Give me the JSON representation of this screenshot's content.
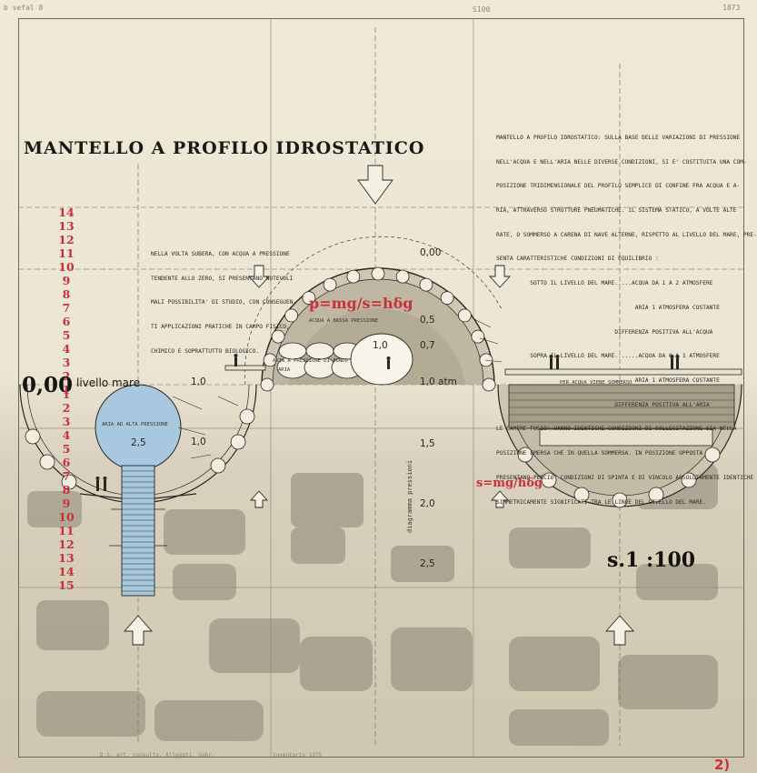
{
  "sheet": {
    "corner_ref": "b sefal 8",
    "top_code": "S100",
    "corner_right": "1873",
    "sheet_number": "2)",
    "bottom_note": "D.S. art. consults. Allegati. Gabr.",
    "bottom_note_2": "inventario 1975"
  },
  "title": "MANTELLO A PROFILO IDROSTATICO",
  "text_left": [
    "NELLA VOLTA SUBERA, CON ACQUA A PRESSIONE",
    "TENDENTE ALLO ZERO, SI PRESENTANO NOTEVOLI",
    "MALI POSSIBILITA' DI STUDIO, CON CONSEGUEN-",
    "TI APPLICAZIONI PRATICHE IN CAMPO FISICO,",
    "CHIMICO E SOPRATTUTTO BIOLOGICO."
  ],
  "text_right": [
    "MANTELLO A PROFILO IDROSTATICO: SULLA BASE DELLE VARIAZIONI DI PRESSIONE",
    "NELL'ACQUA E NELL'ARIA NELLE DIVERSE CONDIZIONI, SI E' COSTITUITA UNA COM-",
    "POSIZIONE TRIDIMENSIONALE DEL PROFILO SEMPLICE DI CONFINE FRA ACQUA E A-",
    "RIA, ATTRAVERSO STRUTTURE PNEUMATICHE. IL SISTEMA STATICO, A VOLTE ALTE",
    "RATE, O SOMMERSO A CARENA DI NAVE ALTERNE, RISPETTO AL LIVELLO DEL MARE, PRE-",
    "SENTA CARATTERISTICHE CONDIZIONI DI EQUILIBRIO :",
    "          SOTTO IL LIVELLO DEL MARE.....ACQUA DA 1 A 2 ATMOSFERE",
    "                                         ARIA 1 ATMOSFERA COSTANTE",
    "                                   DIFFERENZA POSITIVA ALL'ACQUA",
    "          SOPRA IL LIVELLO DEL MARE.......ACQUA DA 0 A 1 ATMOSFERE",
    "                                         ARIA 1 ATMOSFERA COSTANTE",
    "                                   DIFFERENZA POSITIVA ALL'ARIA",
    "LE CAMERE FUSIO' HANNO IDENTICHE CONDIZIONI DI SOLLECITAZIONE SIA NELLA",
    "POSIZIONE EMERSA CHE IN QUELLA SOMMERSA. IN POSIZIONE OPPOSTA",
    "PRESENTANO PERCIO' CONDIZIONI DI SPINTA E DI VINCOLO ASSOLUTAMENTE IDENTICHE",
    "SIMMETRICAMENTE SIGNIFICATI TRA LE LINEE DEL LIVELLO DEL MARE."
  ],
  "depth_scale": {
    "above": [
      "14",
      "13",
      "12",
      "11",
      "10",
      "9",
      "8",
      "7",
      "6",
      "5",
      "4",
      "3",
      "2",
      "1"
    ],
    "sea_level_value": "0,00",
    "sea_level_label": "livello mare",
    "below": [
      "1",
      "2",
      "3",
      "4",
      "5",
      "6",
      "7",
      "8",
      "9",
      "10",
      "11",
      "12",
      "13",
      "14",
      "15"
    ]
  },
  "pressure_scale": {
    "values": [
      "0,00",
      "0,5",
      "0,7",
      "1,0 atm",
      "1,5",
      "2,0",
      "2,5"
    ],
    "diagram_label": "diagramma pressioni"
  },
  "drawing_labels": {
    "left_chamber_10": "1,0",
    "mid_10": "1,0",
    "sphere_25": "2,5",
    "sphere_10": "1,0",
    "sphere_inner": "ARIA AD ALTA PRESSIONE",
    "dome_inner": "ACQUA A BASSA PRESSIONE",
    "air_chamber": "ARIA A PRESSIONE DI FONDO",
    "air_chamber_2": "ARIA",
    "right_hull": "PER ACQUA VIENE SOMMERSO"
  },
  "formulas": {
    "upper": "p=mg/s=hδg",
    "lower": "s=mg/hδg"
  },
  "scale_label": "s.1 :100",
  "colors": {
    "accent_red": "#c8303a",
    "sphere_blue": "#a8c8df",
    "ink": "#1b1915"
  }
}
